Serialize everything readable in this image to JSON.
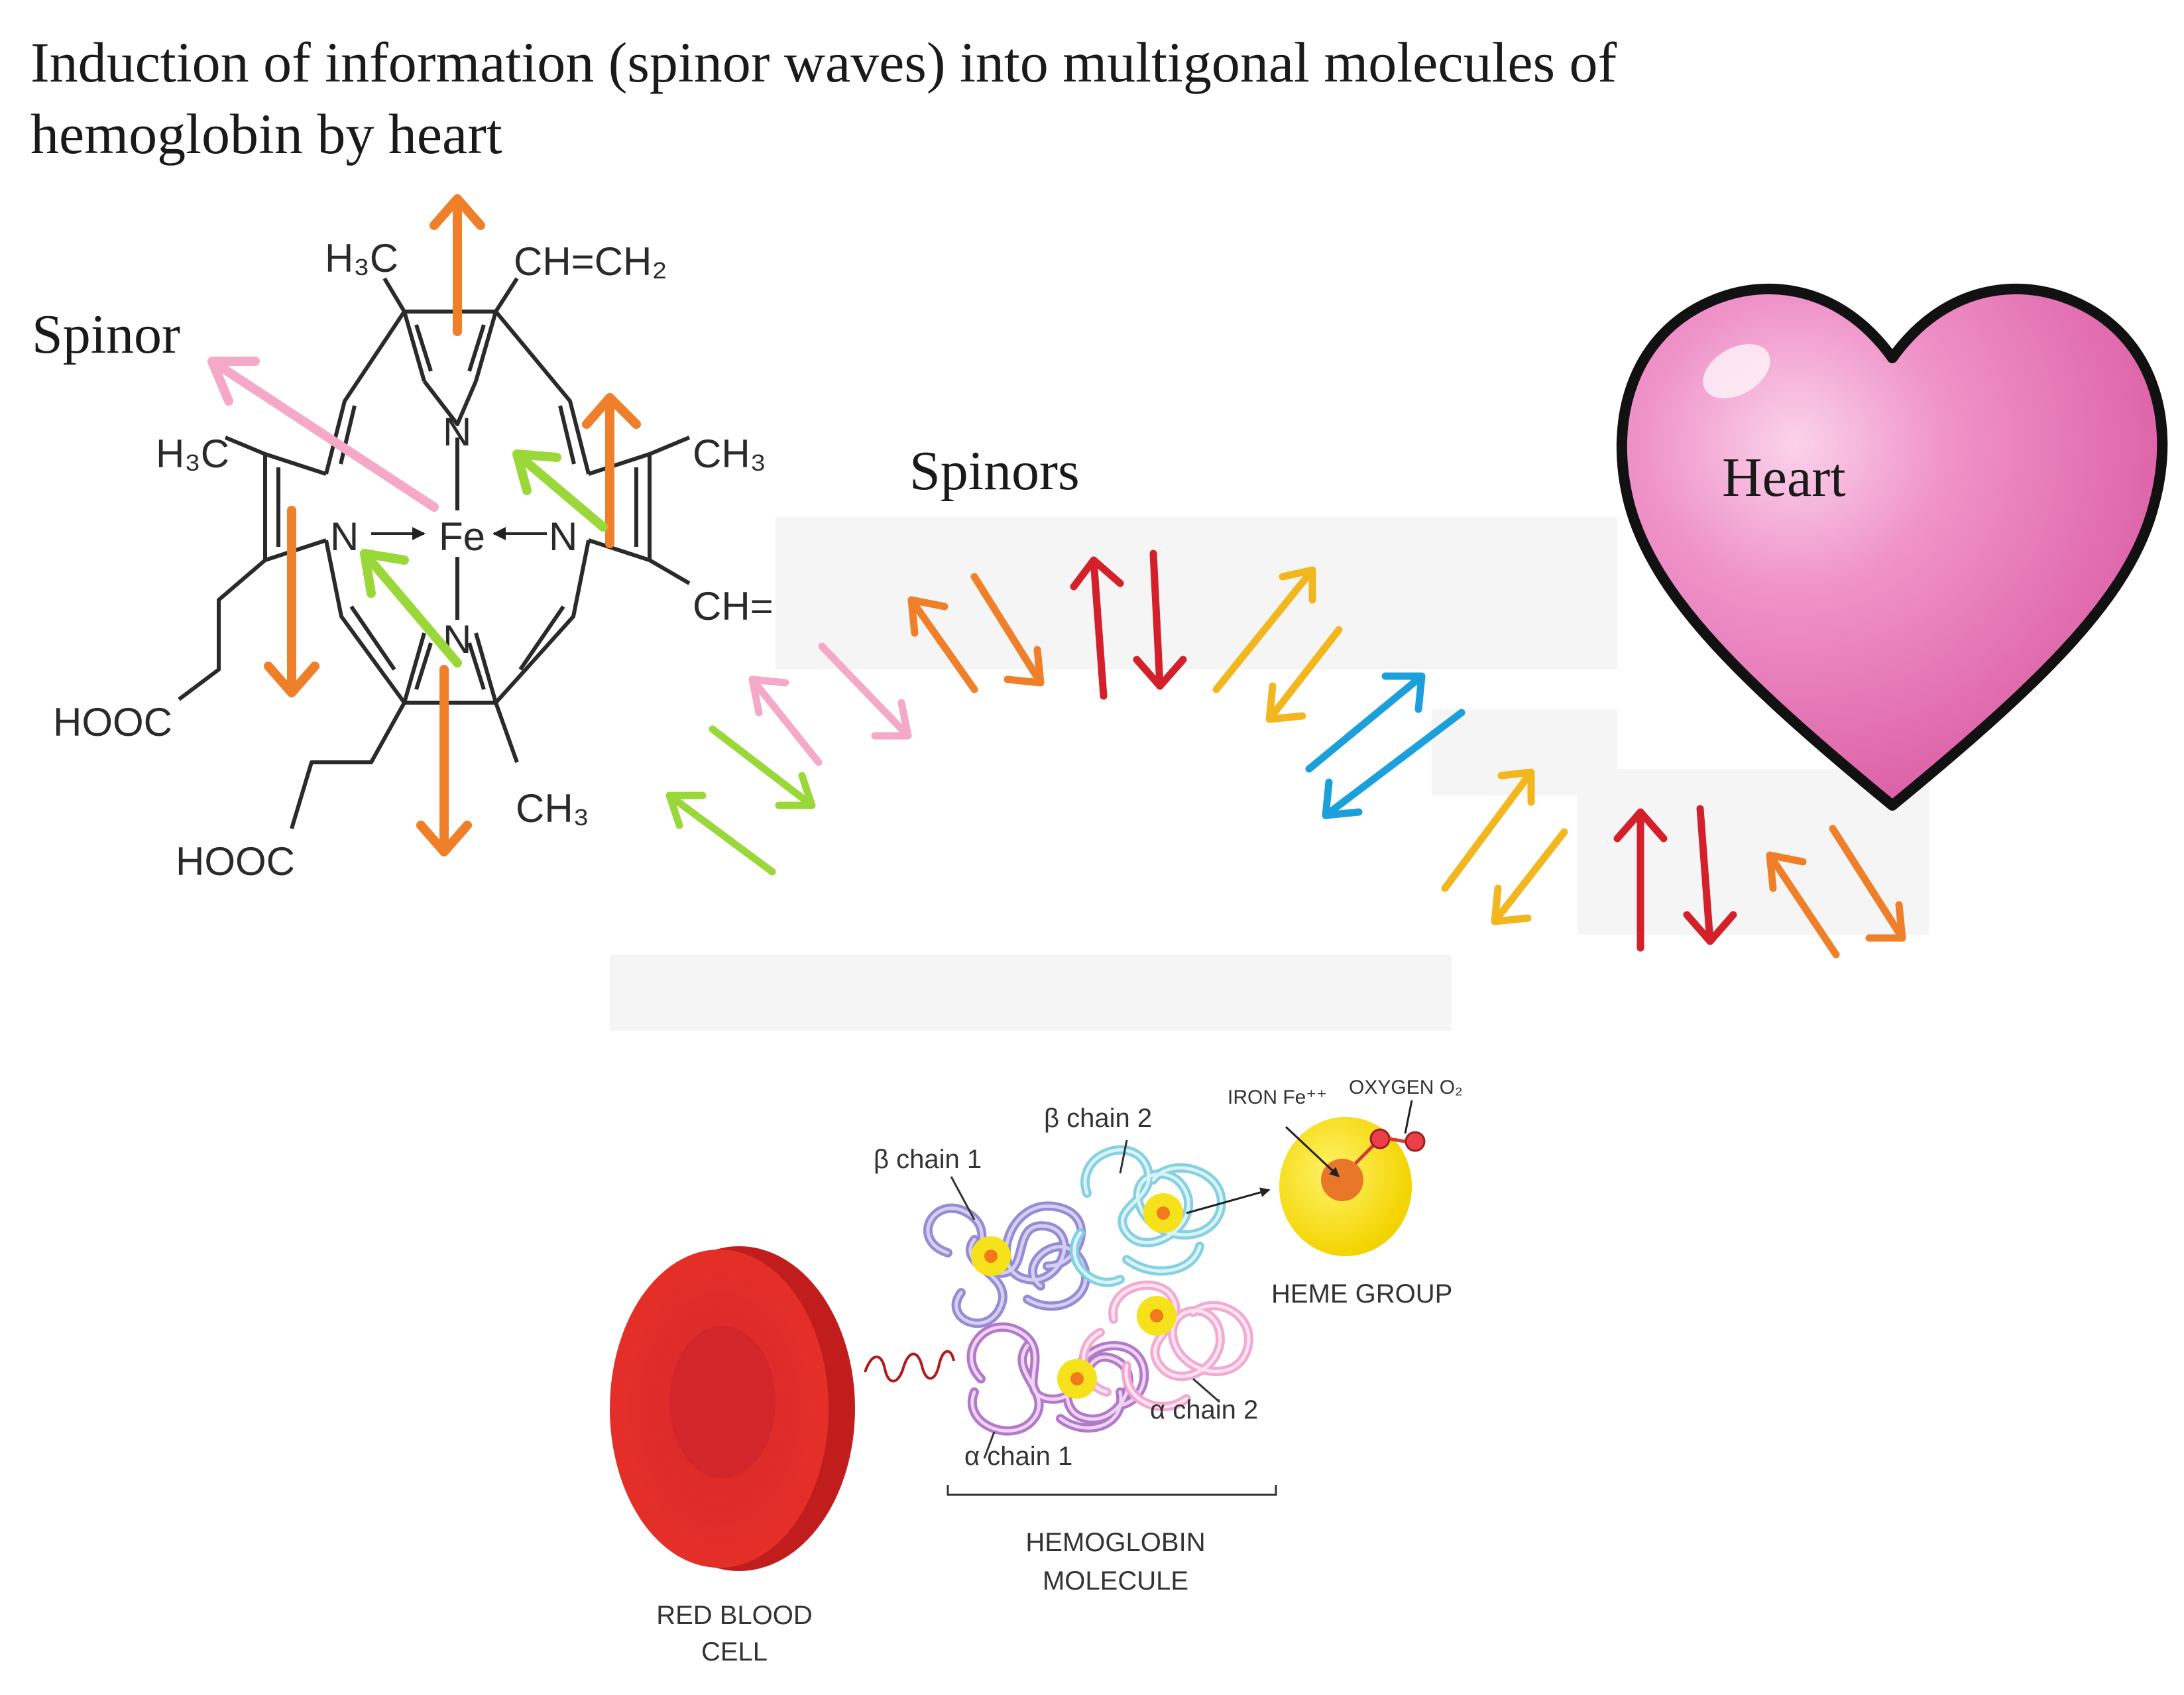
{
  "title": "Induction of information (spinor waves) into multigonal molecules of hemoglobin by heart",
  "labels": {
    "spinor": "Spinor",
    "spinors": "Spinors",
    "heart": "Heart"
  },
  "porphyrin": {
    "h3c_top": "H₃C",
    "ch_ch2": "CH=CH₂",
    "h3c_left": "H₃C",
    "ch3_right": "CH₃",
    "ch_eq": "CH=",
    "hooc_1": "HOOC",
    "hooc_2": "HOOC",
    "ch3_bottom": "CH₃",
    "n_top": "N",
    "n_left": "N",
    "n_right": "N",
    "n_bottom": "N",
    "fe": "Fe"
  },
  "hemoglobin": {
    "beta_chain_1": "β chain 1",
    "beta_chain_2": "β chain 2",
    "iron": "IRON Fe⁺⁺",
    "oxygen": "OXYGEN O₂",
    "heme_group": "HEME GROUP",
    "alpha_chain_2": "α chain 2",
    "alpha_chain_1": "α chain 1",
    "hemoglobin_line1": "HEMOGLOBIN",
    "hemoglobin_line2": "MOLECULE",
    "rbc_line1": "RED BLOOD",
    "rbc_line2": "CELL"
  },
  "colors": {
    "orange": "#f07f2a",
    "pink": "#f5a8c8",
    "green": "#9ad83a",
    "red": "#d3202a",
    "yellow": "#f2b71e",
    "blue": "#1ba0dc",
    "heart": "#ef8fc7",
    "rbc": "#ee2a24"
  }
}
